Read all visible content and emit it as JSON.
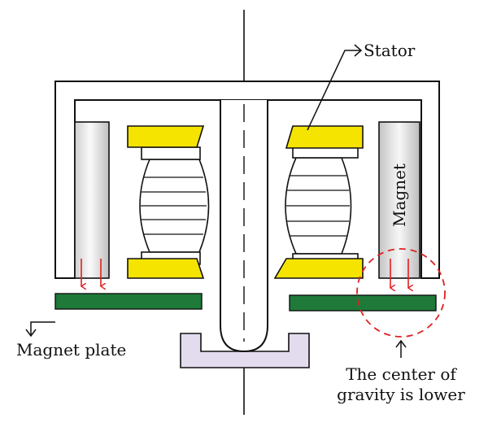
{
  "labels": {
    "stator": "Stator",
    "magnet": "Magnet",
    "magnet_plate": "Magnet plate",
    "cg_line1": "The center of",
    "cg_line2": "gravity is lower"
  },
  "colors": {
    "stator_yellow": "#f5e400",
    "magnet_plate_green": "#1f7a3a",
    "bracket_lavender": "#e3dcef",
    "arrow_red": "#e02020",
    "highlight_circle": "#e02020",
    "outline": "#111111"
  }
}
